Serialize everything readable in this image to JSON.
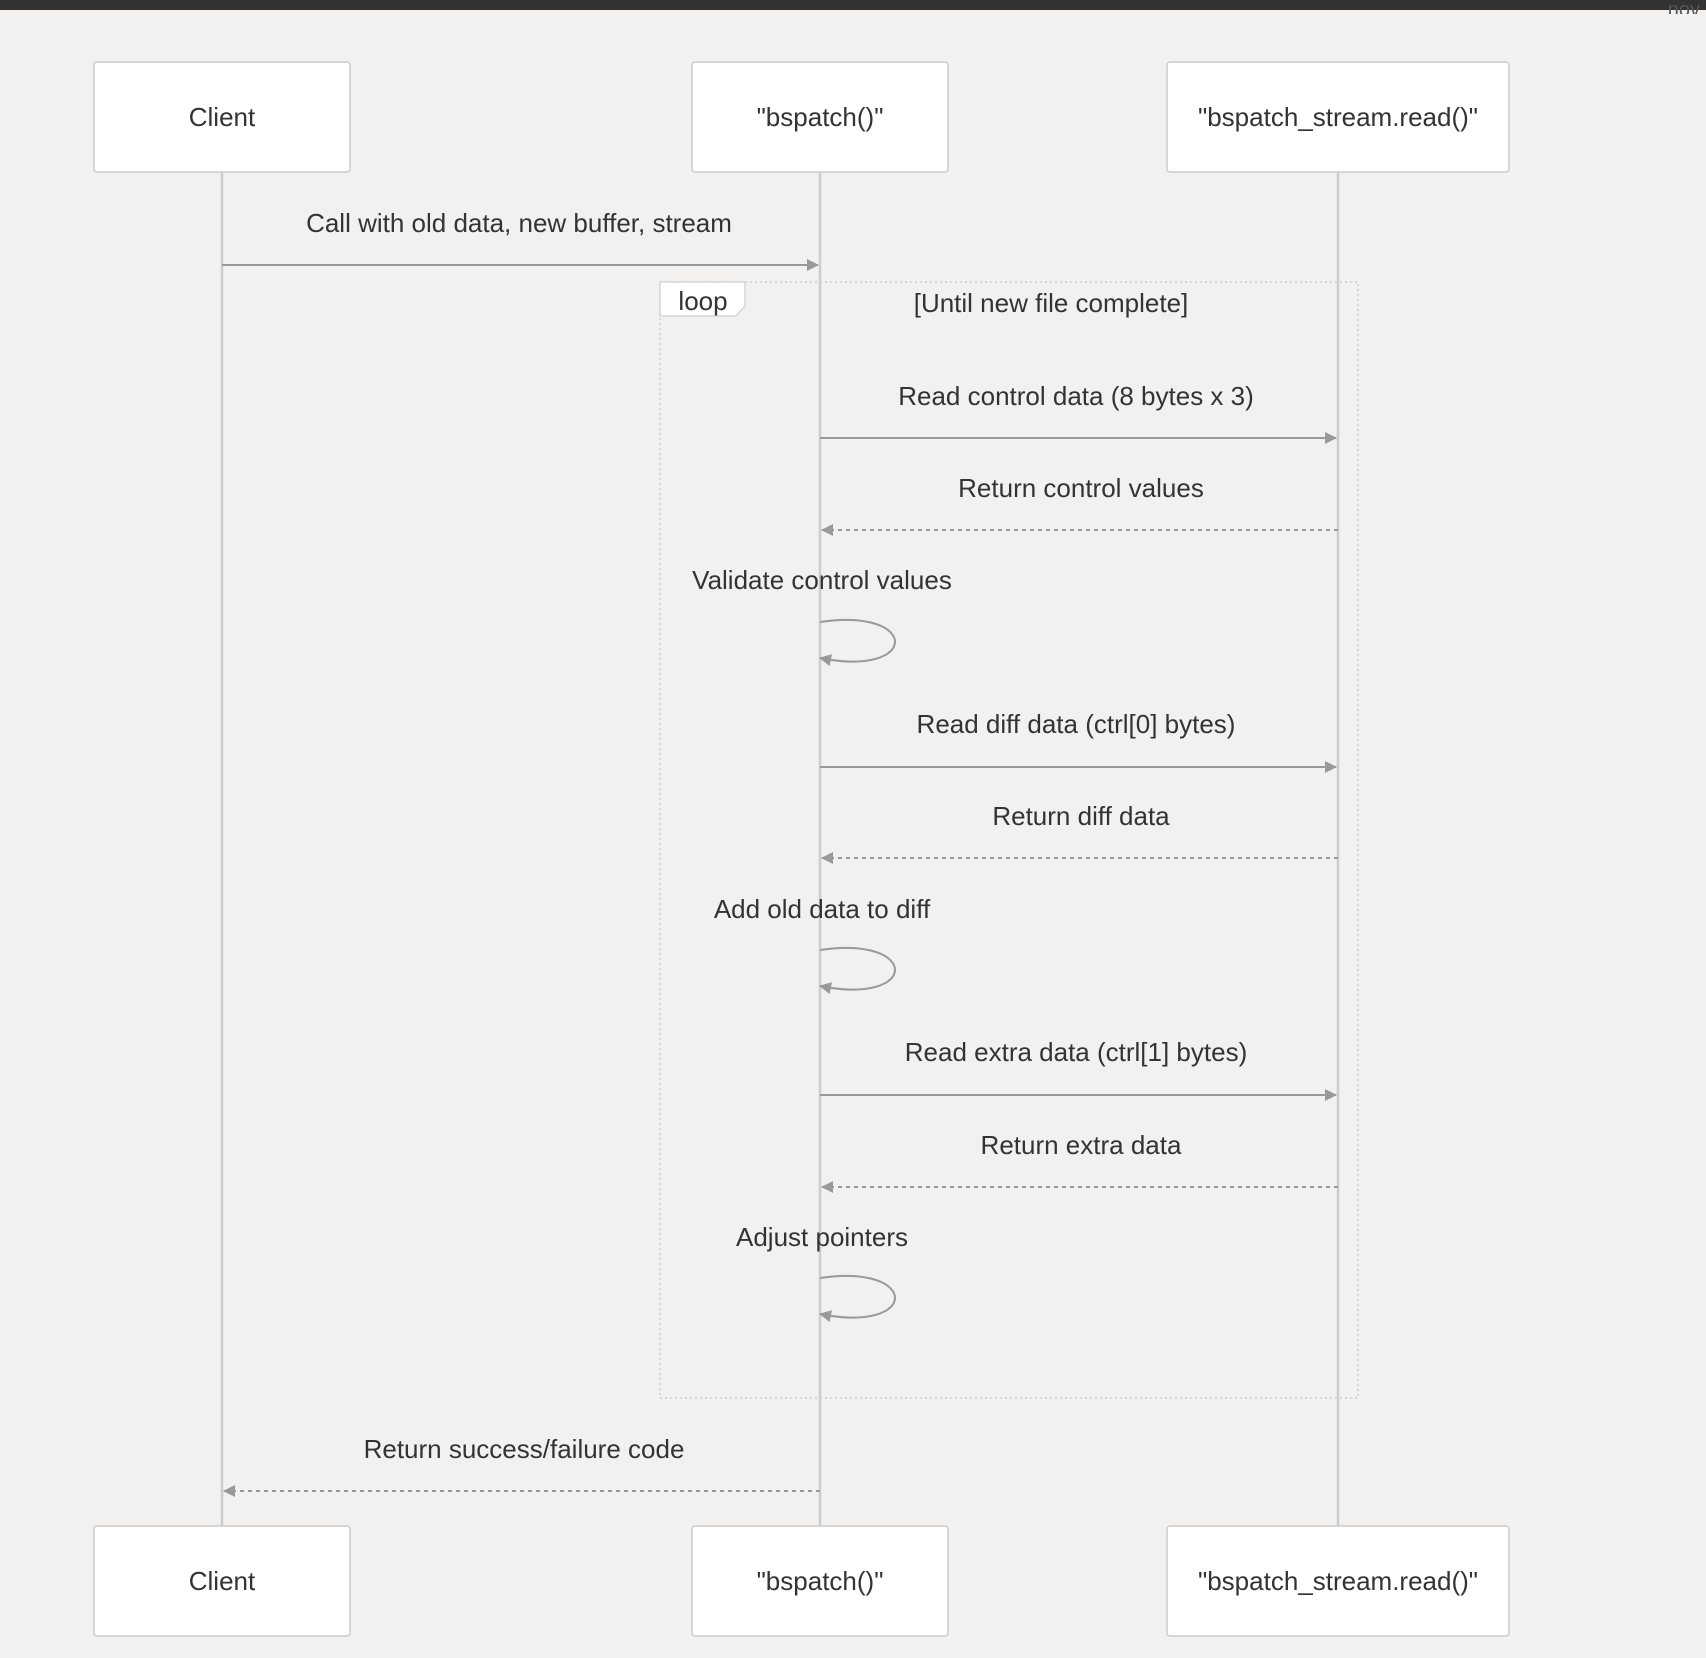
{
  "corner_text": "nov",
  "participants": [
    {
      "id": "client",
      "label": "Client"
    },
    {
      "id": "bspatch",
      "label": "\"bspatch()\""
    },
    {
      "id": "stream",
      "label": "\"bspatch_stream.read()\""
    }
  ],
  "loop": {
    "label": "loop",
    "condition": "[Until new file complete]"
  },
  "messages": [
    {
      "from": "client",
      "to": "bspatch",
      "kind": "solid",
      "label": "Call with old data, new buffer, stream"
    },
    {
      "from": "bspatch",
      "to": "stream",
      "kind": "solid",
      "label": "Read control data (8 bytes x 3)"
    },
    {
      "from": "stream",
      "to": "bspatch",
      "kind": "dashed",
      "label": "Return control values"
    },
    {
      "from": "bspatch",
      "to": "bspatch",
      "kind": "self",
      "label": "Validate control values"
    },
    {
      "from": "bspatch",
      "to": "stream",
      "kind": "solid",
      "label": "Read diff data (ctrl[0] bytes)"
    },
    {
      "from": "stream",
      "to": "bspatch",
      "kind": "dashed",
      "label": "Return diff data"
    },
    {
      "from": "bspatch",
      "to": "bspatch",
      "kind": "self",
      "label": "Add old data to diff"
    },
    {
      "from": "bspatch",
      "to": "stream",
      "kind": "solid",
      "label": "Read extra data (ctrl[1] bytes)"
    },
    {
      "from": "stream",
      "to": "bspatch",
      "kind": "dashed",
      "label": "Return extra data"
    },
    {
      "from": "bspatch",
      "to": "bspatch",
      "kind": "self",
      "label": "Adjust pointers"
    },
    {
      "from": "bspatch",
      "to": "client",
      "kind": "dashed",
      "label": "Return success/failure code"
    }
  ],
  "colors": {
    "background": "#f2f1ef",
    "box_fill": "#ffffff",
    "box_stroke": "#cccccc",
    "lifeline": "#cccccc",
    "arrow": "#999999",
    "loop_border": "#d6d6d6",
    "text": "#333333"
  }
}
